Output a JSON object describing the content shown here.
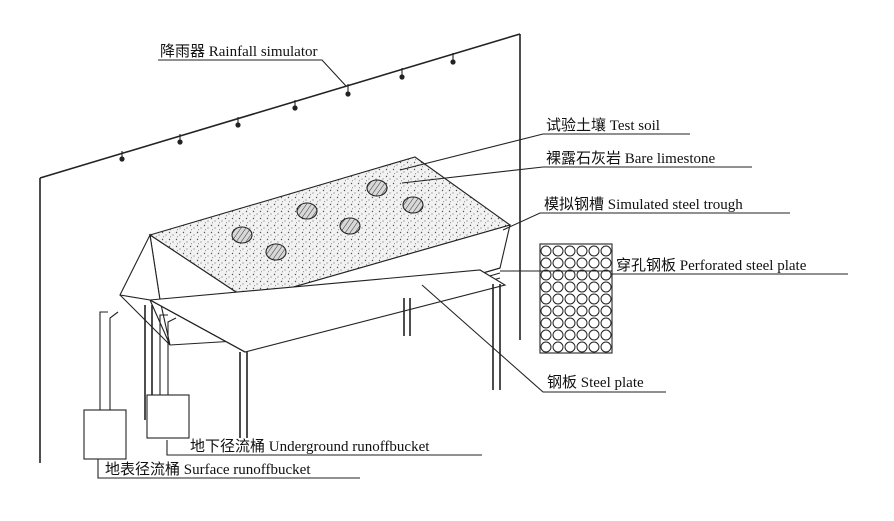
{
  "labels": {
    "rainfall_simulator": "降雨器 Rainfall simulator",
    "test_soil": "试验土壤 Test soil",
    "bare_limestone": "裸露石灰岩 Bare limestone",
    "steel_trough": "模拟钢槽 Simulated steel trough",
    "perforated_plate": "穿孔钢板 Perforated steel plate",
    "steel_plate": "钢板 Steel plate",
    "underground_bucket": "地下径流桶 Underground runoffbucket",
    "surface_bucket": "地表径流桶 Surface runoffbucket"
  }
}
